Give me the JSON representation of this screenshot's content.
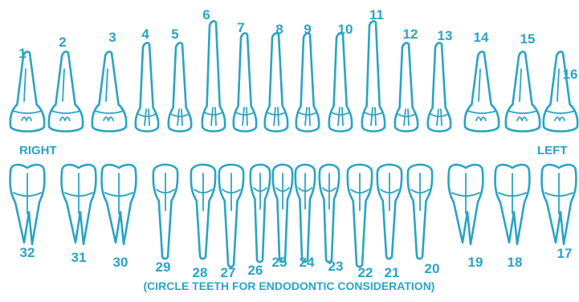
{
  "colors": {
    "tooth_outline": "#2aa4c4",
    "background": "#ffffff"
  },
  "labels": {
    "right": "RIGHT",
    "left": "LEFT"
  },
  "caption": "(CIRCLE TEETH FOR ENDODONTIC CONSIDERATION)",
  "upper_teeth": [
    {
      "number": "1",
      "type": "molar"
    },
    {
      "number": "2",
      "type": "molar"
    },
    {
      "number": "3",
      "type": "molar"
    },
    {
      "number": "4",
      "type": "premolar"
    },
    {
      "number": "5",
      "type": "premolar"
    },
    {
      "number": "6",
      "type": "canine"
    },
    {
      "number": "7",
      "type": "incisor"
    },
    {
      "number": "8",
      "type": "incisor"
    },
    {
      "number": "9",
      "type": "incisor"
    },
    {
      "number": "10",
      "type": "incisor"
    },
    {
      "number": "11",
      "type": "canine"
    },
    {
      "number": "12",
      "type": "premolar"
    },
    {
      "number": "13",
      "type": "premolar"
    },
    {
      "number": "14",
      "type": "molar"
    },
    {
      "number": "15",
      "type": "molar"
    },
    {
      "number": "16",
      "type": "molar"
    }
  ],
  "lower_teeth": [
    {
      "number": "32",
      "type": "molar"
    },
    {
      "number": "31",
      "type": "molar"
    },
    {
      "number": "30",
      "type": "molar"
    },
    {
      "number": "29",
      "type": "premolar"
    },
    {
      "number": "28",
      "type": "premolar"
    },
    {
      "number": "27",
      "type": "canine"
    },
    {
      "number": "26",
      "type": "incisor"
    },
    {
      "number": "25",
      "type": "incisor"
    },
    {
      "number": "24",
      "type": "incisor"
    },
    {
      "number": "23",
      "type": "incisor"
    },
    {
      "number": "22",
      "type": "canine"
    },
    {
      "number": "21",
      "type": "premolar"
    },
    {
      "number": "20",
      "type": "premolar"
    },
    {
      "number": "19",
      "type": "molar"
    },
    {
      "number": "18",
      "type": "molar"
    },
    {
      "number": "17",
      "type": "molar"
    }
  ]
}
